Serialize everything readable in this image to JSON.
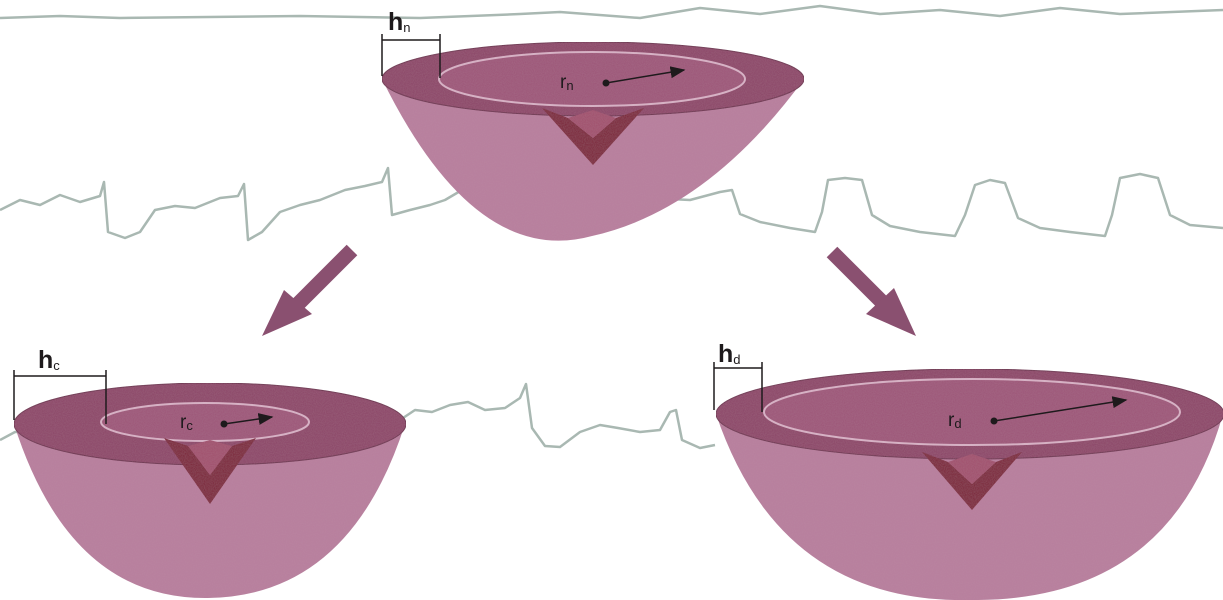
{
  "diagram": {
    "normal": {
      "wall_label": "h",
      "wall_sub": "n",
      "radius_label": "r",
      "radius_sub": "n"
    },
    "concentric": {
      "wall_label": "h",
      "wall_sub": "c",
      "radius_label": "r",
      "radius_sub": "c"
    },
    "dilated": {
      "wall_label": "h",
      "wall_sub": "d",
      "radius_label": "r",
      "radius_sub": "d"
    }
  },
  "colors": {
    "rim": "#8b4466",
    "cavity": "#9c5577",
    "body": "#b77e9c",
    "groove": "#7a2436",
    "arrow": "#8a5070",
    "ecg_trace": "#a9b8b2",
    "outline": "#3a2230"
  }
}
